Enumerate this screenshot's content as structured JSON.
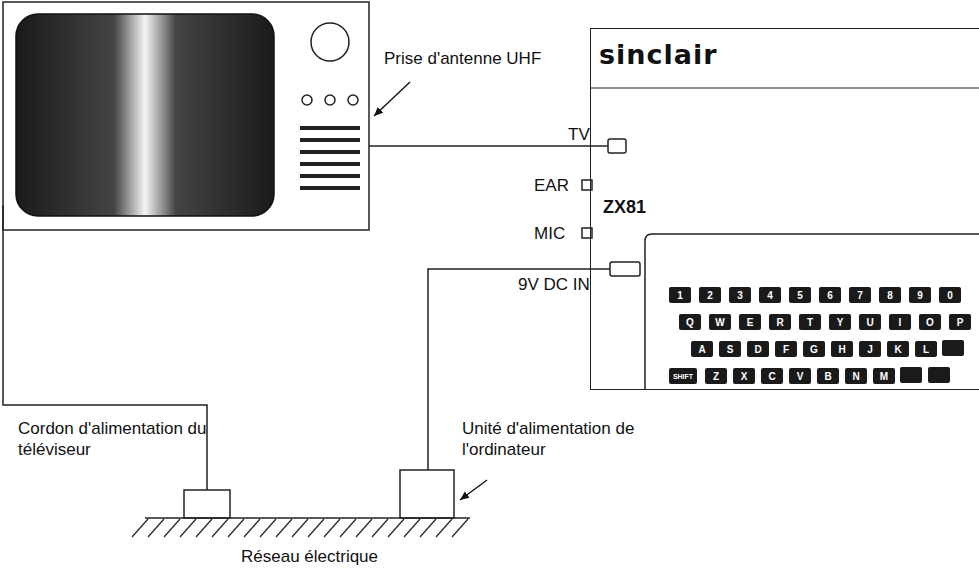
{
  "diagram": {
    "nodes": [
      {
        "text": [
          "sinclair",
          "ZX81"
        ]
      },
      {
        "text": [
          "1"
        ],
        "in": 0
      },
      {
        "text": [
          "2"
        ],
        "in": 0
      },
      {
        "text": [
          "3"
        ],
        "in": 0
      },
      {
        "text": [
          "4"
        ],
        "in": 0
      },
      {
        "text": [
          "5"
        ],
        "in": 0
      },
      {
        "text": [
          "6"
        ],
        "in": 0
      },
      {
        "text": [
          "7"
        ],
        "in": 0
      },
      {
        "text": [
          "8"
        ],
        "in": 0
      },
      {
        "text": [
          "9"
        ],
        "in": 0
      },
      {
        "text": [
          "0"
        ],
        "in": 0
      },
      {
        "text": [
          "Q"
        ],
        "in": 0
      },
      {
        "text": [
          "W"
        ],
        "in": 0
      },
      {
        "text": [
          "E"
        ],
        "in": 0
      },
      {
        "text": [
          "R"
        ],
        "in": 0
      },
      {
        "text": [
          "T"
        ],
        "in": 0
      },
      {
        "text": [
          "Y"
        ],
        "in": 0
      },
      {
        "text": [
          "U"
        ],
        "in": 0
      },
      {
        "text": [
          "I"
        ],
        "in": 0
      },
      {
        "text": [
          "O"
        ],
        "in": 0
      },
      {
        "text": [
          "P"
        ],
        "in": 0
      },
      {
        "text": [
          "A"
        ],
        "in": 0
      },
      {
        "text": [
          "S"
        ],
        "in": 0
      },
      {
        "text": [
          "D"
        ],
        "in": 0
      },
      {
        "text": [
          "F"
        ],
        "in": 0
      },
      {
        "text": [
          "G"
        ],
        "in": 0
      },
      {
        "text": [
          "H"
        ],
        "in": 0
      },
      {
        "text": [
          "J"
        ],
        "in": 0
      },
      {
        "text": [
          "K"
        ],
        "in": 0
      },
      {
        "text": [
          "L"
        ],
        "in": 0
      },
      {
        "text": [
          "SHIFT"
        ],
        "in": 0
      },
      {
        "text": [
          "Z"
        ],
        "in": 0
      },
      {
        "text": [
          "X"
        ],
        "in": 0
      },
      {
        "text": [
          "C"
        ],
        "in": 0
      },
      {
        "text": [
          "V"
        ],
        "in": 0
      },
      {
        "text": [
          "B"
        ],
        "in": 0
      },
      {
        "text": [
          "N"
        ],
        "in": 0
      },
      {
        "text": [
          "M"
        ],
        "in": 0
      }
    ],
    "labels": [
      "Prise d'antenne UHF",
      "TV",
      "EAR",
      "MIC",
      "9V DC IN",
      "Cordon d'alimentation du téléviseur",
      "Unité d'alimentation de l'ordinateur",
      "Réseau électrique"
    ]
  }
}
